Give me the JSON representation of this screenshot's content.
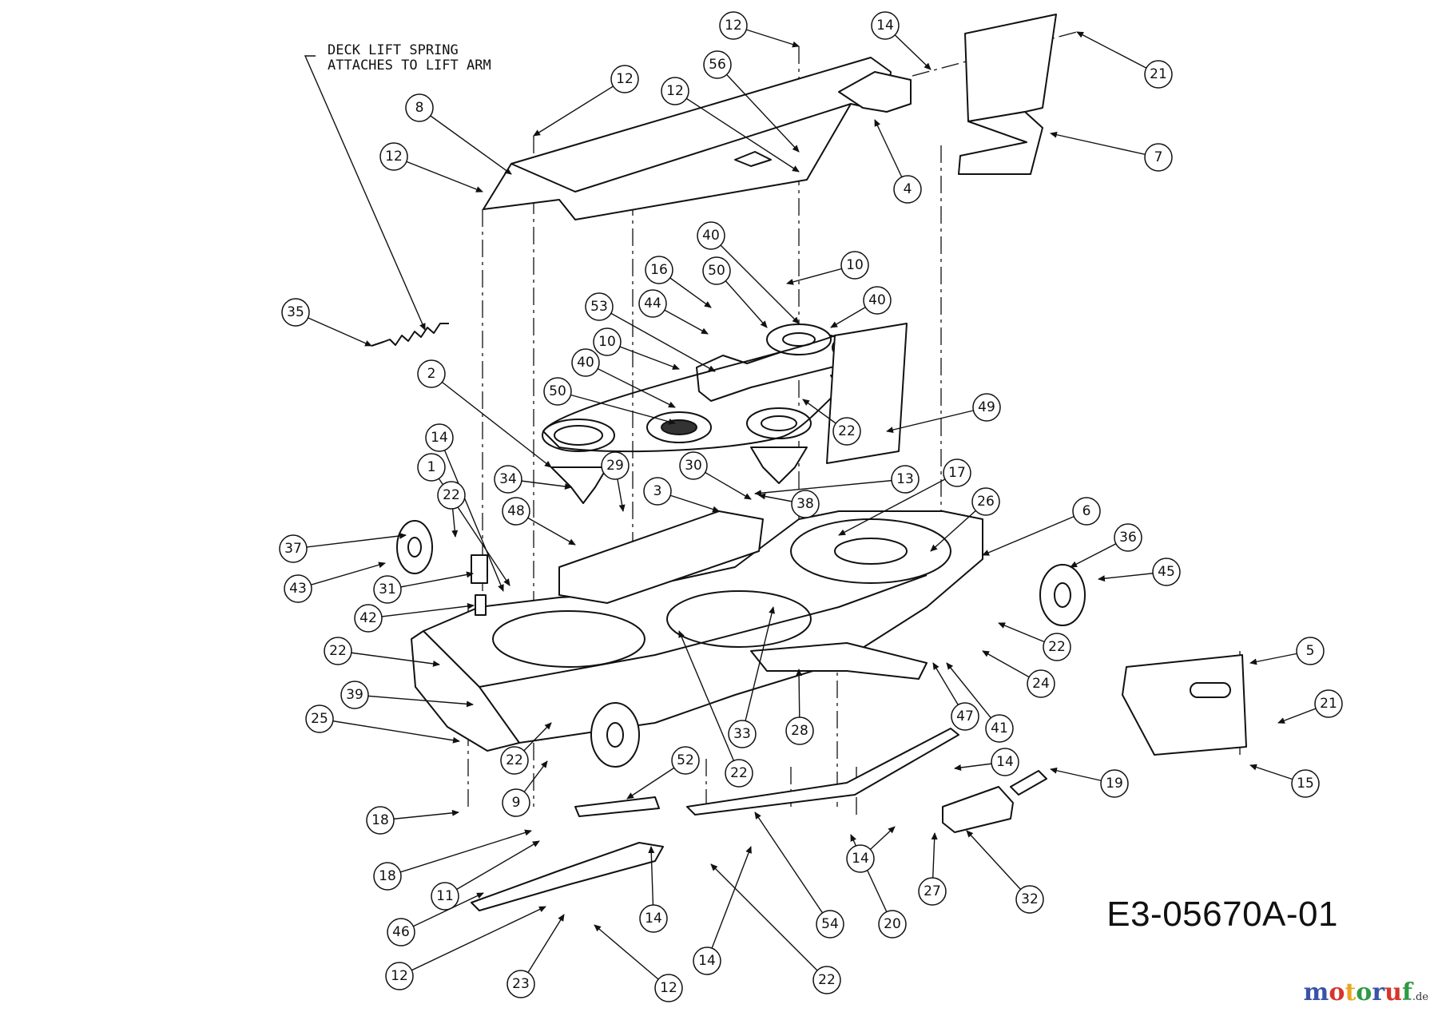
{
  "drawing_code": "E3-05670A-01",
  "note": {
    "line1": "DECK LIFT SPRING",
    "line2": "ATTACHES TO LIFT ARM"
  },
  "watermark": {
    "text": "motoruf",
    "suffix": ".de",
    "colors": [
      "#3a52a8",
      "#d8342c",
      "#e8a623",
      "#2f9a44",
      "#3a52a8",
      "#d8342c",
      "#2f9a44"
    ]
  },
  "callouts": [
    {
      "label": "12"
    },
    {
      "label": "14"
    },
    {
      "label": "21"
    },
    {
      "label": "56"
    },
    {
      "label": "12"
    },
    {
      "label": "12"
    },
    {
      "label": "8"
    },
    {
      "label": "7"
    },
    {
      "label": "12"
    },
    {
      "label": "4"
    },
    {
      "label": "40"
    },
    {
      "label": "16"
    },
    {
      "label": "50"
    },
    {
      "label": "10"
    },
    {
      "label": "40"
    },
    {
      "label": "53"
    },
    {
      "label": "44"
    },
    {
      "label": "35"
    },
    {
      "label": "10"
    },
    {
      "label": "2"
    },
    {
      "label": "40"
    },
    {
      "label": "49"
    },
    {
      "label": "50"
    },
    {
      "label": "22"
    },
    {
      "label": "14"
    },
    {
      "label": "1"
    },
    {
      "label": "29"
    },
    {
      "label": "30"
    },
    {
      "label": "17"
    },
    {
      "label": "34"
    },
    {
      "label": "13"
    },
    {
      "label": "3"
    },
    {
      "label": "26"
    },
    {
      "label": "6"
    },
    {
      "label": "22"
    },
    {
      "label": "48"
    },
    {
      "label": "38"
    },
    {
      "label": "36"
    },
    {
      "label": "37"
    },
    {
      "label": "45"
    },
    {
      "label": "43"
    },
    {
      "label": "31"
    },
    {
      "label": "42"
    },
    {
      "label": "22"
    },
    {
      "label": "5"
    },
    {
      "label": "22"
    },
    {
      "label": "24"
    },
    {
      "label": "39"
    },
    {
      "label": "21"
    },
    {
      "label": "25"
    },
    {
      "label": "47"
    },
    {
      "label": "41"
    },
    {
      "label": "28"
    },
    {
      "label": "33"
    },
    {
      "label": "22"
    },
    {
      "label": "14"
    },
    {
      "label": "52"
    },
    {
      "label": "22"
    },
    {
      "label": "19"
    },
    {
      "label": "15"
    },
    {
      "label": "9"
    },
    {
      "label": "18"
    },
    {
      "label": "14"
    },
    {
      "label": "18"
    },
    {
      "label": "27"
    },
    {
      "label": "32"
    },
    {
      "label": "11"
    },
    {
      "label": "54"
    },
    {
      "label": "20"
    },
    {
      "label": "46"
    },
    {
      "label": "14"
    },
    {
      "label": "14"
    },
    {
      "label": "12"
    },
    {
      "label": "23"
    },
    {
      "label": "12"
    },
    {
      "label": "22"
    }
  ]
}
